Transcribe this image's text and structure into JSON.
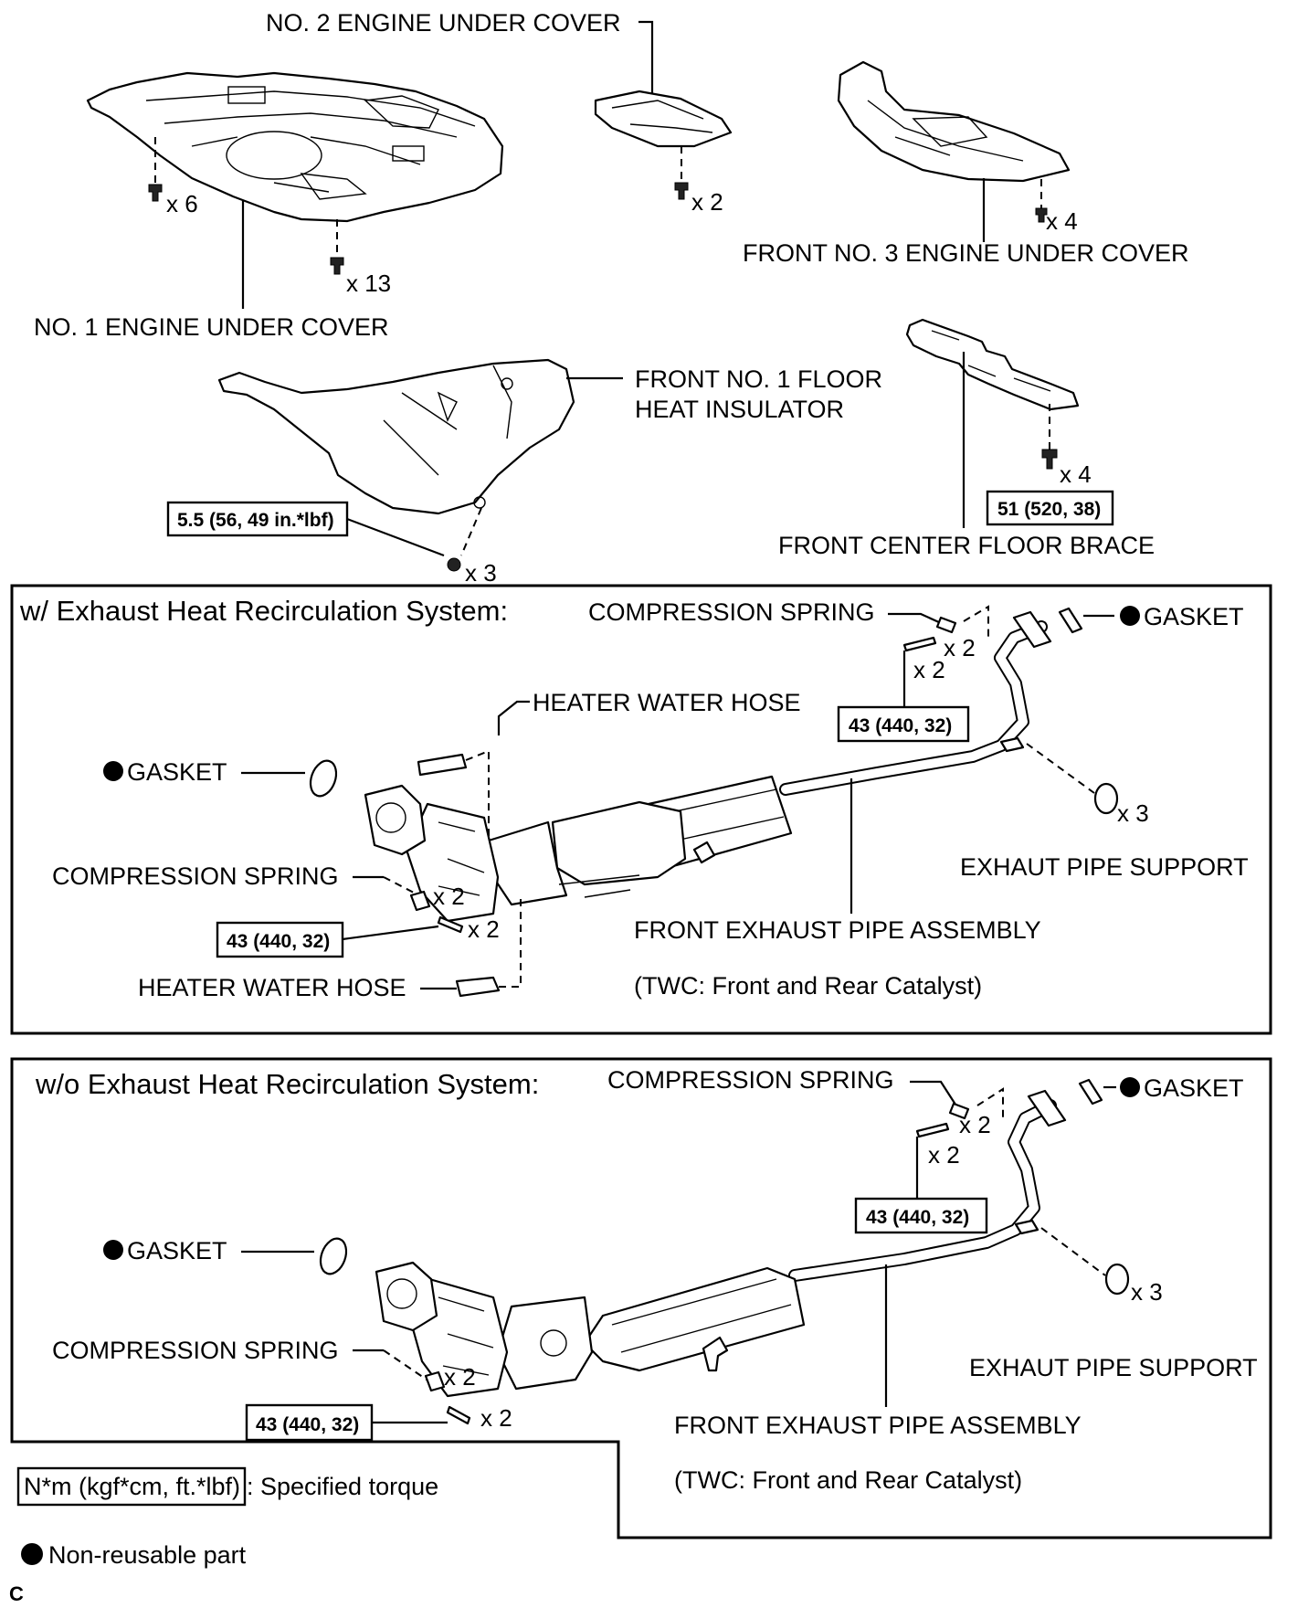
{
  "top": {
    "no2_cover": "NO. 2 ENGINE UNDER COVER",
    "no2_qty": "x 2",
    "no1_qty_a": "x 6",
    "no1_qty_b": "x 13",
    "no1_cover": "NO. 1 ENGINE UNDER COVER",
    "front_no3_qty": "x 4",
    "front_no3_cover": "FRONT NO. 3 ENGINE UNDER COVER",
    "insulator_line1": "FRONT NO. 1 FLOOR",
    "insulator_line2": "HEAT INSULATOR",
    "insulator_torque": "5.5 (56, 49 in.*lbf)",
    "insulator_qty": "x 3",
    "brace_qty": "x 4",
    "brace_torque": "51 (520, 38)",
    "brace": "FRONT CENTER FLOOR BRACE"
  },
  "with_ehr": {
    "heading": "w/ Exhaust Heat Recirculation System:",
    "comp_spring_top": "COMPRESSION SPRING",
    "gasket_top": "GASKET",
    "qty_spring_top": "x 2",
    "qty_bolt_top": "x 2",
    "torque_top": "43 (440, 32)",
    "heater_hose_top": "HEATER WATER HOSE",
    "gasket_left": "GASKET",
    "support_qty": "x 3",
    "support": "EXHAUT PIPE SUPPORT",
    "comp_spring_left": "COMPRESSION SPRING",
    "qty_spring_left": "x 2",
    "torque_left": "43 (440, 32)",
    "qty_bolt_left": "x 2",
    "assembly": "FRONT EXHAUST PIPE ASSEMBLY",
    "heater_hose_bottom": "HEATER WATER HOSE",
    "twc": "(TWC: Front and Rear Catalyst)"
  },
  "without_ehr": {
    "heading": "w/o Exhaust Heat Recirculation System:",
    "comp_spring_top": "COMPRESSION SPRING",
    "gasket_top": "GASKET",
    "qty_spring_top": "x 2",
    "qty_bolt_top": "x 2",
    "torque_top": "43 (440, 32)",
    "gasket_left": "GASKET",
    "support_qty": "x 3",
    "support": "EXHAUT PIPE SUPPORT",
    "comp_spring_left": "COMPRESSION SPRING",
    "qty_spring_left": "x 2",
    "torque_left": "43 (440, 32)",
    "qty_bolt_left": "x 2",
    "assembly": "FRONT EXHAUST PIPE ASSEMBLY",
    "twc": "(TWC: Front and Rear Catalyst)"
  },
  "legend": {
    "torque_unit": "N*m (kgf*cm, ft.*lbf)",
    "torque_desc": ": Specified torque",
    "nonreusable": "Non-reusable part"
  },
  "corner_letter": "C"
}
